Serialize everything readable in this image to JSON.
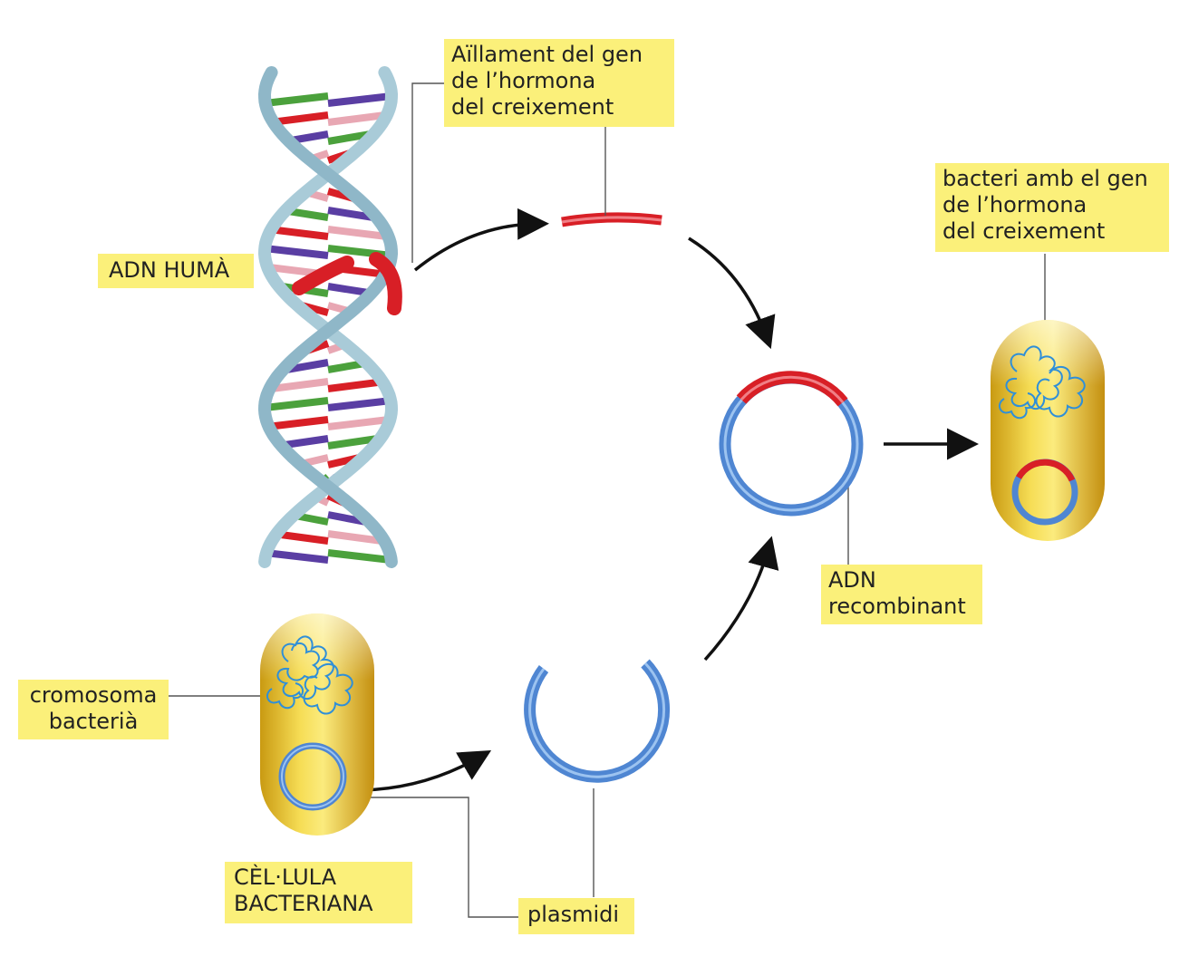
{
  "labels": {
    "human_dna": "ADN HUMÀ",
    "gene_isolation": "Aïllament del gen\nde l’hormona\ndel creixement",
    "bacterium_with_gene": "bacteri amb el gen\nde l’hormona\ndel creixement",
    "recombinant_dna": "ADN\nrecombinant",
    "bacterial_chromosome": "cromosoma\nbacterià",
    "bacterial_cell": "CÈL·LULA\nBACTERIANA",
    "plasmid": "plasmidi"
  },
  "colors": {
    "label_bg": "#fbf07a",
    "dna_strand": "#a9cbd8",
    "gene_red": "#d81f26",
    "plasmid_blue": "#4f86d2",
    "cell_gold": "#e3be2b",
    "arrow": "#111111",
    "base_colors": [
      "#5a3ea3",
      "#e8a7b3",
      "#4ba13c",
      "#d81f26"
    ]
  },
  "icons": [
    "dna-double-helix-icon",
    "bacterium-cell-icon",
    "plasmid-ring-icon",
    "flow-arrow-icon"
  ]
}
